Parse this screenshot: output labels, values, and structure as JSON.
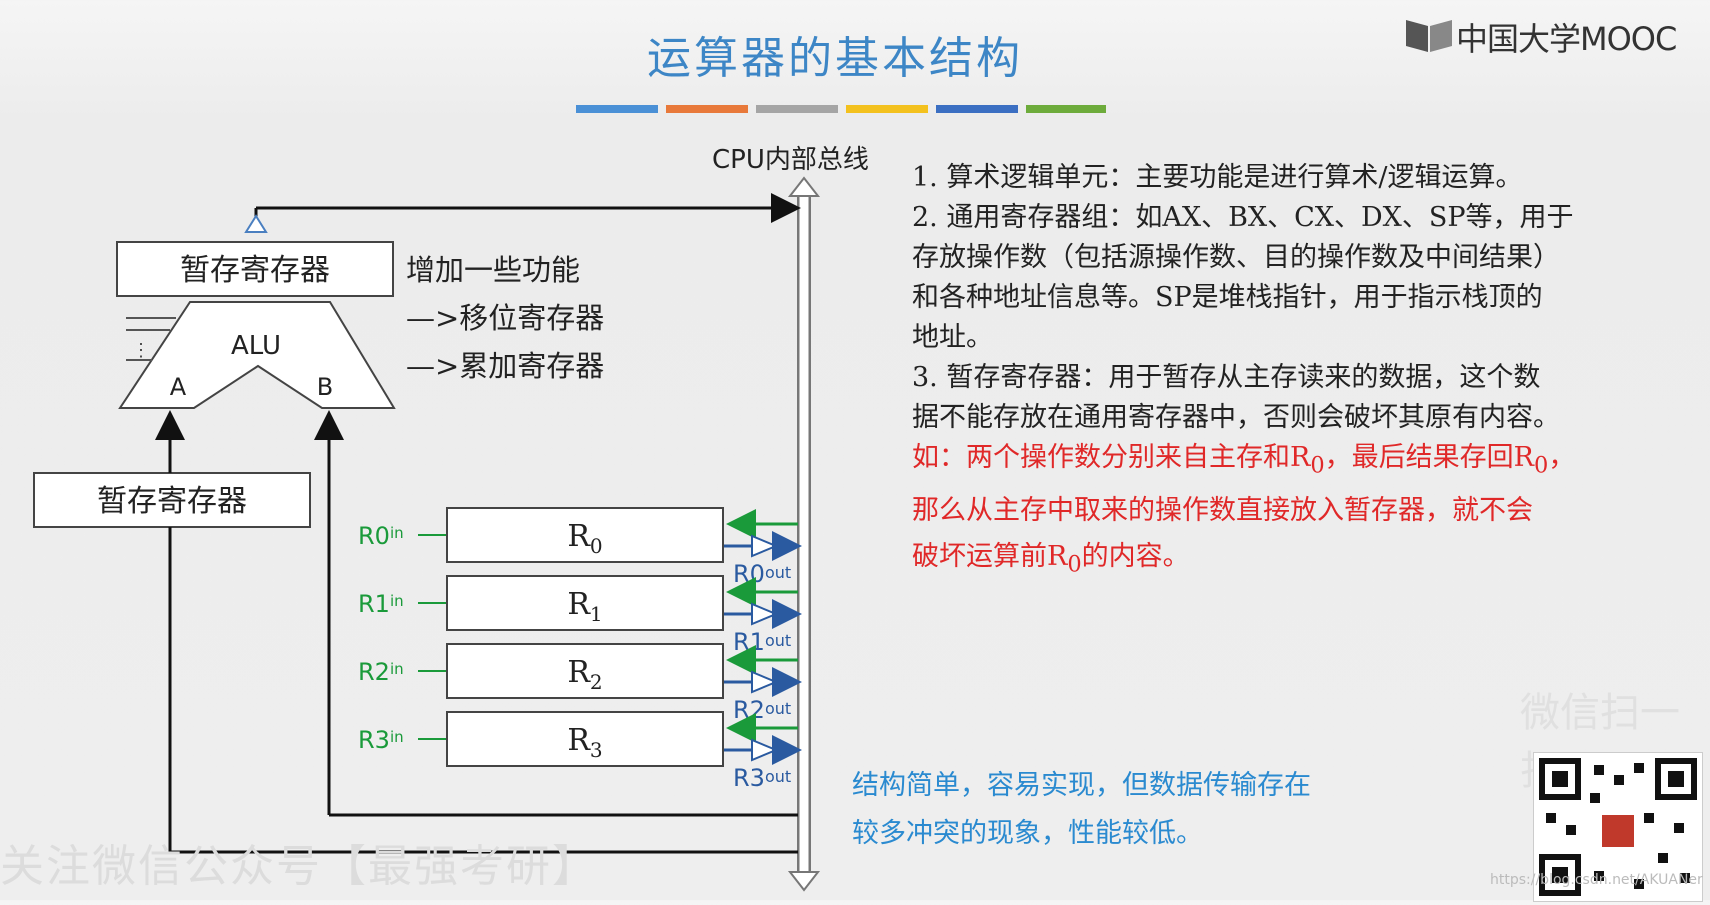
{
  "header": {
    "title": "运算器的基本结构",
    "logo_text": "中国大学MOOC",
    "color_bar": [
      "#4a90d6",
      "#e8793a",
      "#a5a5a5",
      "#f3c11e",
      "#3b6fc2",
      "#6dab3b"
    ]
  },
  "diagram": {
    "bus_label": "CPU内部总线",
    "temp_reg_top": "暂存寄存器",
    "temp_reg_left": "暂存寄存器",
    "alu_label": "ALU",
    "alu_input_a": "A",
    "alu_input_b": "B",
    "annotation_1": "增加一些功能",
    "annotation_2": "—>移位寄存器",
    "annotation_3": "—>累加寄存器",
    "registers": [
      {
        "name": "R",
        "sub": "0",
        "in_label": "R0",
        "in_sub": "in",
        "out_label": "R0",
        "out_sub": "out"
      },
      {
        "name": "R",
        "sub": "1",
        "in_label": "R1",
        "in_sub": "in",
        "out_label": "R1",
        "out_sub": "out"
      },
      {
        "name": "R",
        "sub": "2",
        "in_label": "R2",
        "in_sub": "in",
        "out_label": "R2",
        "out_sub": "out"
      },
      {
        "name": "R",
        "sub": "3",
        "in_label": "R3",
        "in_sub": "in",
        "out_label": "R3",
        "out_sub": "out"
      }
    ],
    "colors": {
      "in_line": "#1a9a3a",
      "out_line": "#2a5aa0",
      "bus": "#888888"
    }
  },
  "notes": {
    "lines": [
      "1. 算术逻辑单元：主要功能是进行算术/逻辑运算。",
      "2. 通用寄存器组：如AX、BX、CX、DX、SP等，用于",
      "存放操作数（包括源操作数、目的操作数及中间结果）",
      "和各种地址信息等。SP是堆栈指针，用于指示栈顶的",
      "地址。",
      "3. 暂存寄存器：用于暂存从主存读来的数据，这个数",
      "据不能存放在通用寄存器中，否则会破坏其原有内容。"
    ],
    "red_1a": "如：两个操作数分别来自主存和R",
    "red_1b": "0",
    "red_1c": "，最后结果存回R",
    "red_1d": "0",
    "red_1e": "，",
    "red_2": "那么从主存中取来的操作数直接放入暂存器，就不会",
    "red_3a": "破坏运算前R",
    "red_3b": "0",
    "red_3c": "的内容。",
    "blue_1": "结构简单，容易实现，但数据传输存在",
    "blue_2": "较多冲突的现象，性能较低。"
  },
  "watermarks": {
    "bottom_left": "关注微信公众号【最强考研】",
    "right": "微信扫一扫",
    "url": "https://blog.csdn.net/AKUANer"
  }
}
